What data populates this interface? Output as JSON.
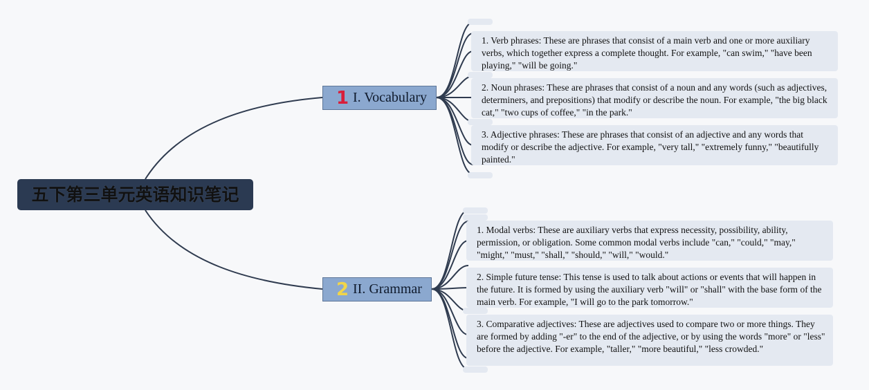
{
  "root": {
    "title": "五下第三单元英语知识笔记"
  },
  "branches": [
    {
      "number": "1",
      "label": "I. Vocabulary",
      "leaves": [
        "1. Verb phrases: These are phrases that consist of a main verb and one or more auxiliary verbs, which together express a complete thought. For example, \"can swim,\" \"have been playing,\" \"will be going.\"",
        "2. Noun phrases: These are phrases that consist of a noun and any words (such as adjectives, determiners, and prepositions) that modify or describe the noun. For example, \"the big black cat,\" \"two cups of coffee,\" \"in the park.\"",
        "3. Adjective phrases: These are phrases that consist of an adjective and any words that modify or describe the adjective. For example, \"very tall,\" \"extremely funny,\" \"beautifully painted.\""
      ]
    },
    {
      "number": "2",
      "label": "II. Grammar",
      "leaves": [
        "1. Modal verbs: These are auxiliary verbs that express necessity, possibility, ability, permission, or obligation. Some common modal verbs include \"can,\" \"could,\" \"may,\" \"might,\" \"must,\" \"shall,\" \"should,\" \"will,\" \"would.\"",
        "2. Simple future tense: This tense is used to talk about actions or events that will happen in the future. It is formed by using the auxiliary verb \"will\" or \"shall\" with the base form of the main verb. For example, \"I will go to the park tomorrow.\"",
        "3. Comparative adjectives: These are adjectives used to compare two or more things. They are formed by adding \"-er\" to the end of the adjective, or by using the words \"more\" or \"less\" before the adjective. For example, \"taller,\" \"more beautiful,\" \"less crowded.\""
      ]
    }
  ],
  "colors": {
    "root_bg": "#2b3a52",
    "branch_bg": "#8ba8cf",
    "leaf_bg": "#e4e9f1",
    "connector": "#2f3b4f",
    "number_1": "#d81e3a",
    "number_2": "#f1d54a"
  }
}
